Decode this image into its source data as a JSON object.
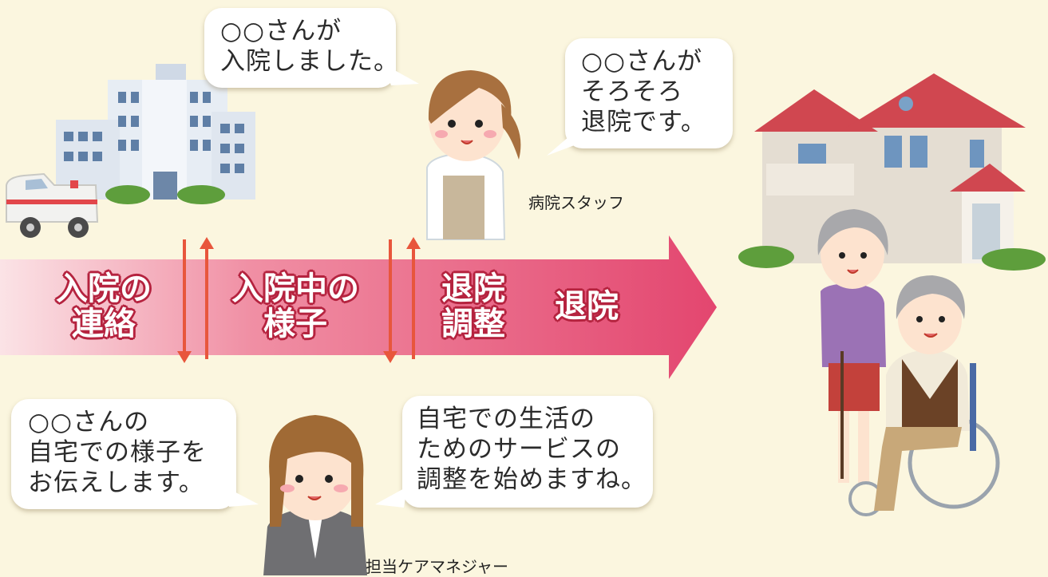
{
  "bubbles": {
    "hospital_admit": "○○さんが\n入院しました。",
    "hospital_discharge": "○○さんが\nそろそろ\n退院です。",
    "cm_home": "○○さんの\n自宅での様子を\nお伝えします。",
    "cm_service": "自宅での生活の\nためのサービスの\n調整を始めますね。"
  },
  "stages": {
    "contact": "入院の\n連絡",
    "during": "入院中の\n様子",
    "adjust": "退院\n調整",
    "discharge": "退院"
  },
  "captions": {
    "hospital_staff": "病院スタッフ",
    "care_manager": "担当ケアマネジャー"
  },
  "colors": {
    "arrow": "#e85a7c",
    "stage_outline": "#b5233f",
    "double_arrow": "#e8563c",
    "background": "#fbf6df"
  }
}
